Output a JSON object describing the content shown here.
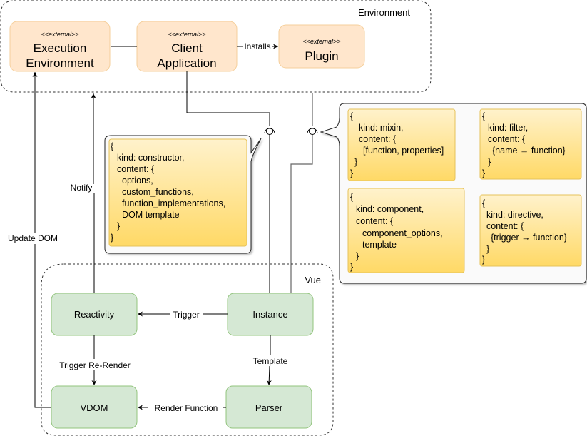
{
  "diagram": {
    "groups": {
      "environment": "Environment",
      "vue": "Vue"
    },
    "external_nodes": [
      {
        "id": "execution-environment",
        "stereotype": "<<external>>",
        "lines": [
          "Execution",
          "Environment"
        ]
      },
      {
        "id": "client-application",
        "stereotype": "<<external>>",
        "lines": [
          "Client",
          "Application"
        ]
      },
      {
        "id": "plugin",
        "stereotype": "<<external>>",
        "lines": [
          "Plugin"
        ]
      }
    ],
    "vue_nodes": {
      "reactivity": "Reactivity",
      "instance": "Instance",
      "vdom": "VDOM",
      "parser": "Parser"
    },
    "edges": {
      "installs": "Installs",
      "notify": "Notify",
      "update_dom": "Update DOM",
      "trigger": "Trigger",
      "trigger_rerender": "Trigger Re-Render",
      "template": "Template",
      "render_function": "Render Function"
    },
    "notes": {
      "constructor": [
        "{",
        "  kind: constructor,",
        "  content: {",
        "   options,",
        "   custom_functions,",
        "   function_implementations,",
        "   DOM template",
        "  }",
        "}"
      ],
      "mixin": [
        "{",
        "  kind: mixin,",
        "  content: {",
        "   [function, properties]",
        "  }",
        "}"
      ],
      "filter": [
        "{",
        "  kind: filter,",
        "  content: {",
        "   {name → function}",
        "  }",
        "}"
      ],
      "component": [
        "{",
        "  kind: component,",
        "  content: {",
        "   component_options,",
        "   template",
        "  }",
        "}"
      ],
      "directive": [
        "{",
        "  kind: directive,",
        "  content: {",
        "   {trigger → function}",
        "  }",
        "}"
      ]
    },
    "colors": {
      "external_fill": "#ffe6cc",
      "vue_fill": "#d5e8d4",
      "note_top": "#fff2cc",
      "note_bottom": "#ffd966"
    }
  }
}
